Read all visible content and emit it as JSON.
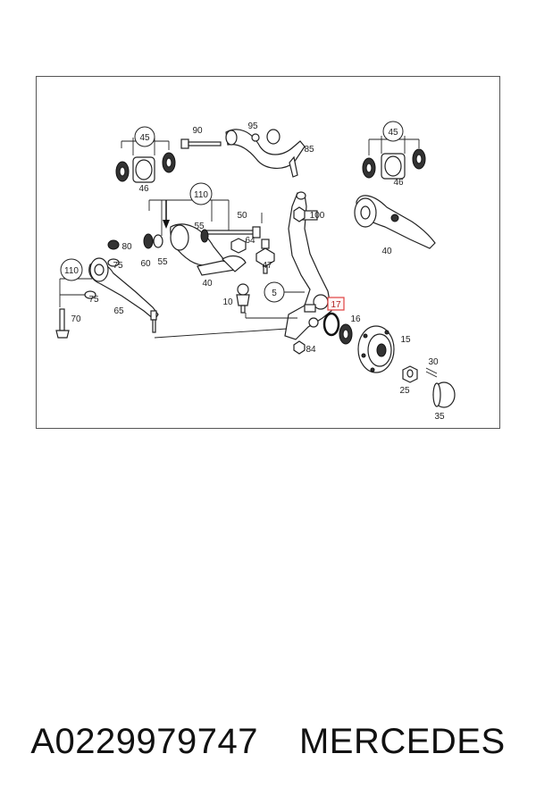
{
  "diagram": {
    "callouts": [
      {
        "id": "c45a",
        "text": "45",
        "circled": true
      },
      {
        "id": "c46a",
        "text": "46",
        "circled": false
      },
      {
        "id": "c90",
        "text": "90",
        "circled": false
      },
      {
        "id": "c95",
        "text": "95",
        "circled": false
      },
      {
        "id": "c85",
        "text": "85",
        "circled": false
      },
      {
        "id": "c45b",
        "text": "45",
        "circled": true
      },
      {
        "id": "c46b",
        "text": "46",
        "circled": false
      },
      {
        "id": "c110a",
        "text": "110",
        "circled": true
      },
      {
        "id": "c50",
        "text": "50",
        "circled": false
      },
      {
        "id": "c55a",
        "text": "55",
        "circled": false
      },
      {
        "id": "c100",
        "text": "100",
        "circled": false
      },
      {
        "id": "c80",
        "text": "80",
        "circled": false
      },
      {
        "id": "c60",
        "text": "60",
        "circled": false
      },
      {
        "id": "c55b",
        "text": "55",
        "circled": false
      },
      {
        "id": "c64",
        "text": "64",
        "circled": false
      },
      {
        "id": "c47",
        "text": "47",
        "circled": false
      },
      {
        "id": "c40a",
        "text": "40",
        "circled": false
      },
      {
        "id": "c40b",
        "text": "40",
        "circled": false
      },
      {
        "id": "c110b",
        "text": "110",
        "circled": true
      },
      {
        "id": "c75a",
        "text": "75",
        "circled": false
      },
      {
        "id": "c75b",
        "text": "75",
        "circled": false
      },
      {
        "id": "c5",
        "text": "5",
        "circled": true
      },
      {
        "id": "c10",
        "text": "10",
        "circled": false
      },
      {
        "id": "c17",
        "text": "17",
        "circled": false,
        "highlighted": true
      },
      {
        "id": "c65",
        "text": "65",
        "circled": false
      },
      {
        "id": "c70",
        "text": "70",
        "circled": false
      },
      {
        "id": "c16",
        "text": "16",
        "circled": false
      },
      {
        "id": "c15",
        "text": "15",
        "circled": false
      },
      {
        "id": "c84",
        "text": "84",
        "circled": false
      },
      {
        "id": "c30",
        "text": "30",
        "circled": false
      },
      {
        "id": "c25",
        "text": "25",
        "circled": false
      },
      {
        "id": "c35",
        "text": "35",
        "circled": false
      }
    ],
    "highlight_color": "#e04040"
  },
  "caption": {
    "part_number": "A0229979747",
    "brand": "MERCEDES"
  }
}
